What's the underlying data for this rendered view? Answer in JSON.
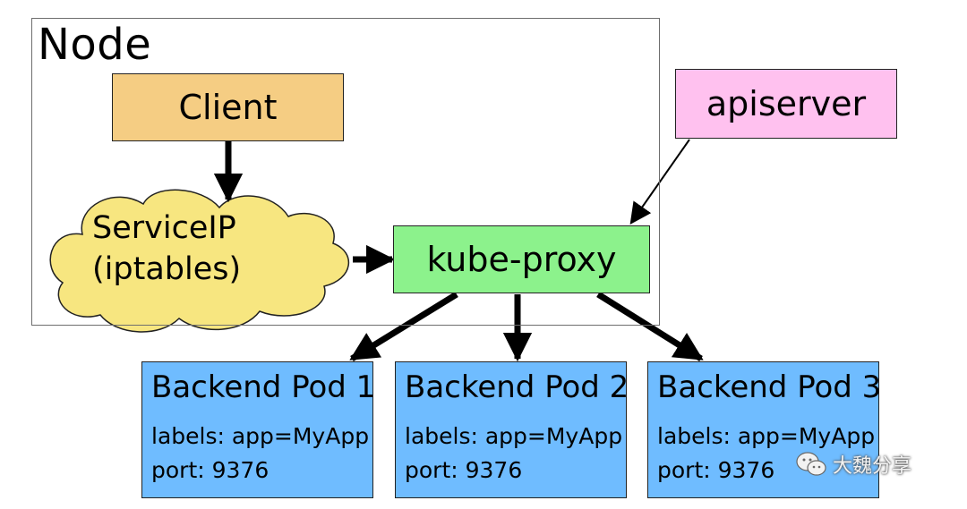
{
  "node": {
    "label": "Node"
  },
  "client": {
    "label": "Client"
  },
  "service_ip": {
    "line1": "ServiceIP",
    "line2": "(iptables)"
  },
  "kube_proxy": {
    "label": "kube-proxy"
  },
  "apiserver": {
    "label": "apiserver"
  },
  "pods": [
    {
      "title": "Backend Pod 1",
      "labels": "labels: app=MyApp",
      "port": "port: 9376"
    },
    {
      "title": "Backend Pod 2",
      "labels": "labels: app=MyApp",
      "port": "port: 9376"
    },
    {
      "title": "Backend Pod 3",
      "labels": "labels: app=MyApp",
      "port": "port: 9376"
    }
  ],
  "watermark": {
    "text": "大魏分享",
    "icon": "wechat-icon"
  },
  "colors": {
    "client": "#f5cd83",
    "service_ip_cloud": "#f7e680",
    "kube_proxy": "#8cf28c",
    "apiserver": "#ffc1ef",
    "pod": "#6fbcff"
  }
}
